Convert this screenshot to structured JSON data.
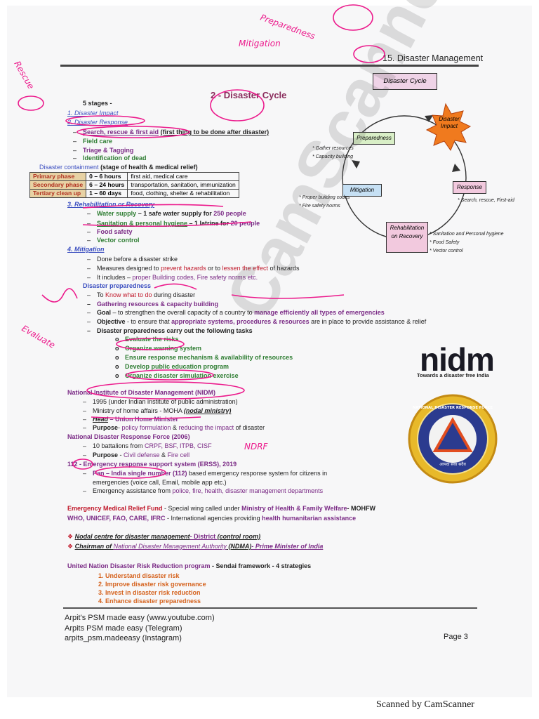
{
  "header": {
    "chapter": "15. Disaster Management",
    "title": "2 - Disaster Cycle",
    "stages_label": "5 stages -"
  },
  "stages": {
    "s1": "1.  Disaster Impact",
    "s2": "2.  Disaster Response",
    "sub1": "Search, rescue & first aid",
    "sub1b": "(first thing to be done after disaster)",
    "sub2": "Field care",
    "sub3": "Triage & Tagging",
    "sub4": "Identification of dead",
    "containment": "Disaster containment",
    "containment_b": "(stage of health & medical relief)"
  },
  "phases": [
    {
      "label": "Primary phase",
      "time": "0 – 6 hours",
      "desc": "first aid, medical care"
    },
    {
      "label": "Secondary phase",
      "time": "6 – 24 hours",
      "desc": "transportation, sanitation, immunization"
    },
    {
      "label": "Tertiary clean up",
      "time": "1 – 60 days",
      "desc": "food, clothing, shelter & rehabilitation"
    }
  ],
  "rehab": {
    "heading": "3.  Rehabilitation or Recovery",
    "l1a": "Water supply",
    "l1b": " – 1 safe water supply for ",
    "l1c": "250 people",
    "l2a": "Sanitation & personal hygiene",
    "l2b": " – 1 latrine for ",
    "l2c": "20 people",
    "l3": "Food safety",
    "l4": "Vector control"
  },
  "mitigation": {
    "heading": "4.  Mitigation",
    "l1": "Done before a disaster strike",
    "l2a": "Measures designed to ",
    "l2b": "prevent hazards",
    "l2c": " or to ",
    "l2d": "lessen the effect",
    "l2e": " of hazards",
    "l3a": "It includes – ",
    "l3b": "proper Building codes, Fire safety norms etc."
  },
  "preparedness": {
    "heading": "Disaster preparedness",
    "l1a": "To ",
    "l1b": "Know what to do",
    "l1c": " during disaster",
    "l2": "Gathering resources & capacity building",
    "l3a": "Goal",
    "l3b": " – to strengthen the overall capacity of a country to ",
    "l3c": "manage efficiently all types of emergencies",
    "l4a": "Objective",
    "l4b": " - to ensure that ",
    "l4c": "appropriate systems, procedures & resources",
    "l4d": " are in place to provide assistance & relief",
    "l5": "Disaster preparedness carry out the following tasks",
    "tasks": [
      "Evaluate the risks",
      "Organize warning system",
      "Ensure response mechanism & availability of resources",
      "Develop public education program",
      "Organize disaster simulation exercise"
    ]
  },
  "nidm": {
    "heading": "National Institute of Disaster Management (NIDM)",
    "l1": "1995 (under Indian institute of public administration)",
    "l2a": "Ministry of home affairs - MOHA ",
    "l2b": "(nodal ministry)",
    "l3a": "Head",
    "l3b": " – Union Home Minister",
    "l4a": "Purpose",
    "l4b": "- ",
    "l4c": "policy formulation",
    "l4d": " & ",
    "l4e": "reducing the impact",
    "l4f": " of disaster"
  },
  "ndrf": {
    "heading": "National Disaster Response Force (2006)",
    "l1a": "10 battalions from ",
    "l1b": "CRPF, BSF, ITPB, CISF",
    "l2a": "Purpose",
    "l2b": " - ",
    "l2c": "Civil defense",
    "l2d": " & ",
    "l2e": "Fire cell"
  },
  "erss": {
    "heading_a": "112",
    "heading_b": " - Emergency response support system (ERSS), 2019",
    "l1a": "Pan – India single number (112)",
    "l1b": " based emergency response system for citizens in",
    "l1c": "emergencies (voice call, Email, mobile app etc.)",
    "l2a": "Emergency assistance from ",
    "l2b": "police, fire, health, disaster management departments"
  },
  "funds": {
    "l1a": "Emergency Medical Relief Fund",
    "l1b": " - Special wing called under ",
    "l1c": "Ministry of Health & Family Welfare",
    "l1d": "- MOHFW",
    "l2a": "WHO, UNICEF, FAO, CARE, IFRC",
    "l2b": " - International agencies providing ",
    "l2c": "health humanitarian assistance"
  },
  "nodal": {
    "l1a": "Nodal centre for disaster management",
    "l1b": "- District ",
    "l1c": "(control room)",
    "l2a": "Chairman of ",
    "l2b": "National Disaster Management Authority",
    "l2c": " (NDMA)",
    "l2d": "- Prime Minister of India"
  },
  "undrr": {
    "heading_a": "United Nation Disaster Risk Reduction program",
    "heading_b": " - Sendai framework -   4 strategies",
    "items": [
      "1.  Understand disaster risk",
      "2.  Improve disaster risk governance",
      "3.  Invest in disaster risk reduction",
      "4.  Enhance disaster preparedness"
    ]
  },
  "cycle": {
    "title": "Disaster Cycle",
    "impact": "Disaster Impact",
    "response": "Response",
    "rehab": "Rehabilitation on Recovery",
    "mitigation": "Mitigation",
    "preparedness": "Preparedness",
    "note_prep": [
      "* Gather resources",
      "* Capacity building"
    ],
    "note_mit": [
      "* Proper building codes",
      "* Fire safety norms"
    ],
    "note_resp": "* Search, rescue, First-aid",
    "note_rehab": [
      "* Sanitation and Personal hygiene",
      "* Food Safety",
      "* Vector control"
    ]
  },
  "logos": {
    "nidm": "nidm",
    "nidm_tagline": "Towards a disaster free India",
    "ndrf_ring": "NATIONAL DISASTER RESPONSE FORCE",
    "ndrf_motto": "आपदा सेवा सदैव"
  },
  "footer": {
    "l1": "Arpit's PSM made easy (www.youtube.com)",
    "l2": "Arpits PSM made easy (Telegram)",
    "l3": "arpits_psm.madeeasy (Instagram)",
    "page": "Page 3"
  },
  "watermark": "CamScanner",
  "scanned_by": "Scanned by CamScanner",
  "handwritten": {
    "top1": "Preparedness",
    "top2": "Mitigation",
    "left1": "Rescue",
    "left2": "Evaluate",
    "right1": "NDRF"
  }
}
